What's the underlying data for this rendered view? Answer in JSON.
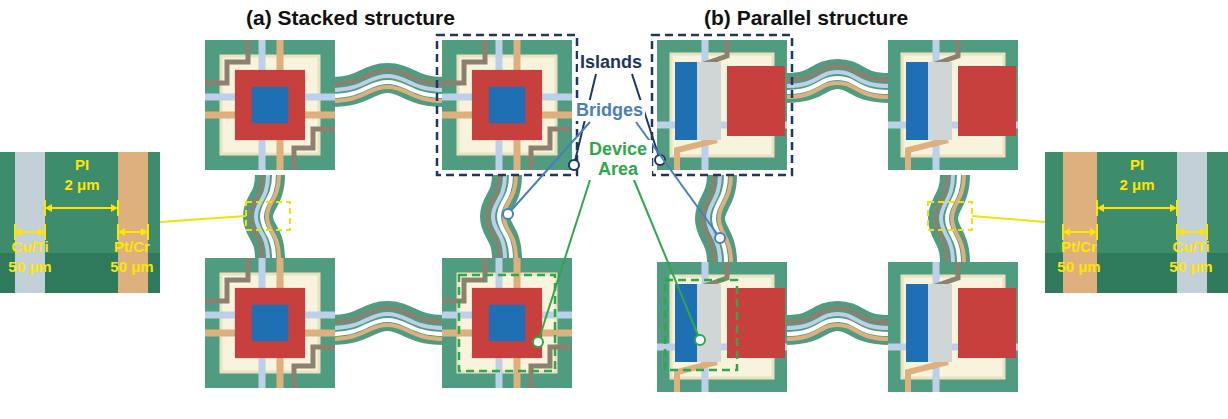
{
  "diagram": {
    "nodes": [
      {
        "text": [
          "PI",
          "2 μm",
          "Cu/Ti",
          "50 μm",
          "Pt/Cr",
          "50 μm"
        ]
      },
      {
        "text": [
          "PI",
          "2 μm",
          "Pt/Cr",
          "50 μm",
          "Cu/Ti",
          "50 μm"
        ]
      }
    ],
    "labels": [
      "(a) Stacked structure",
      "(b) Parallel structure",
      "Islands",
      "Bridges",
      "Device Area"
    ]
  }
}
